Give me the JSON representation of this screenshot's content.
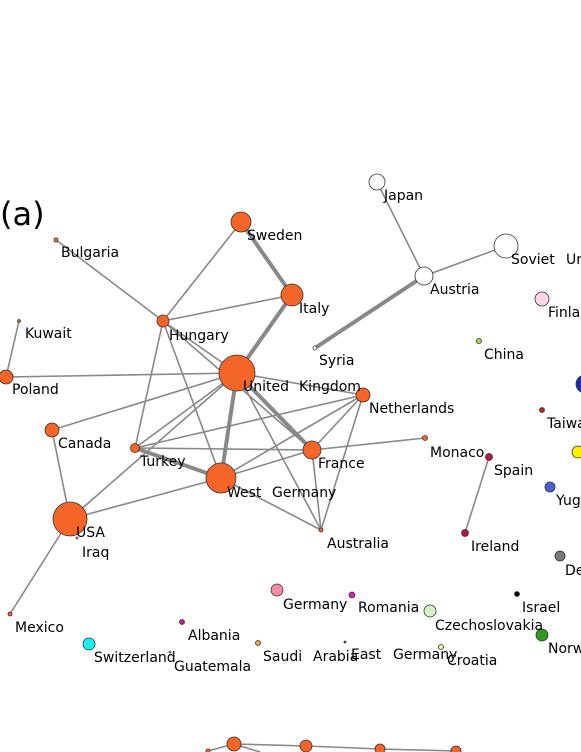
{
  "panel_label": "(a)",
  "colors": {
    "edge": "#888888",
    "outline": "#333333"
  },
  "nodes": [
    {
      "id": "japan",
      "label": "Japan",
      "color": "#ffffff"
    },
    {
      "id": "soviet",
      "label": "Soviet",
      "color": "#ffffff"
    },
    {
      "id": "soviet2",
      "label": "Ur",
      "color": "#ffffff"
    },
    {
      "id": "austria",
      "label": "Austria",
      "color": "#ffffff"
    },
    {
      "id": "syria",
      "label": "Syria",
      "color": "#ffffff"
    },
    {
      "id": "sweden",
      "label": "Sweden",
      "color": "#f66528"
    },
    {
      "id": "italy",
      "label": "Italy",
      "color": "#f66528"
    },
    {
      "id": "bulgaria",
      "label": "Bulgaria",
      "color": "#f66528"
    },
    {
      "id": "kuwait",
      "label": "Kuwait",
      "color": "#f66528"
    },
    {
      "id": "poland",
      "label": "Poland",
      "color": "#f66528"
    },
    {
      "id": "hungary",
      "label": "Hungary",
      "color": "#f66528"
    },
    {
      "id": "uk",
      "label": "United",
      "color": "#f66528"
    },
    {
      "id": "uk2",
      "label": "Kingdom",
      "color": "#f66528"
    },
    {
      "id": "netherlands",
      "label": "Netherlands",
      "color": "#f66528"
    },
    {
      "id": "canada",
      "label": "Canada",
      "color": "#f66528"
    },
    {
      "id": "turkey",
      "label": "Turkey",
      "color": "#f66528"
    },
    {
      "id": "france",
      "label": "France",
      "color": "#f66528"
    },
    {
      "id": "monaco",
      "label": "Monaco",
      "color": "#f66528"
    },
    {
      "id": "westgermany",
      "label": "West",
      "color": "#f66528"
    },
    {
      "id": "westgermany2",
      "label": "Germany",
      "color": "#f66528"
    },
    {
      "id": "usa",
      "label": "USA",
      "color": "#f66528"
    },
    {
      "id": "iraq",
      "label": "Iraq",
      "color": "#ffffff"
    },
    {
      "id": "australia",
      "label": "Australia",
      "color": "#f66528"
    },
    {
      "id": "mexico",
      "label": "Mexico",
      "color": "#f66528"
    },
    {
      "id": "finland",
      "label": "Finla",
      "color": "#ffd5e9"
    },
    {
      "id": "china",
      "label": "China",
      "color": "#9ee03c"
    },
    {
      "id": "taiwan",
      "label": "Taiwa",
      "color": "#c4211c"
    },
    {
      "id": "spain",
      "label": "Spain",
      "color": "#b2193f"
    },
    {
      "id": "ireland",
      "label": "Ireland",
      "color": "#b2193f"
    },
    {
      "id": "yugoslavia",
      "label": "Yug",
      "color": "#4d5cd1"
    },
    {
      "id": "denmark",
      "label": "De",
      "color": "#7a7a7a"
    },
    {
      "id": "israel",
      "label": "Israel",
      "color": "#000000"
    },
    {
      "id": "germany",
      "label": "Germany",
      "color": "#f78ca2"
    },
    {
      "id": "romania",
      "label": "Romania",
      "color": "#d81ec0"
    },
    {
      "id": "czech",
      "label": "Czechoslovakia",
      "color": "#d4f5c0"
    },
    {
      "id": "norway",
      "label": "Norw",
      "color": "#2f9a1f"
    },
    {
      "id": "albania",
      "label": "Albania",
      "color": "#c41a7f"
    },
    {
      "id": "switzerland",
      "label": "Switzerland",
      "color": "#16f0f0"
    },
    {
      "id": "guatemala",
      "label": "Guatemala",
      "color": "#ffffff"
    },
    {
      "id": "saudi",
      "label": "Saudi",
      "color": "#f3a33a"
    },
    {
      "id": "arabia",
      "label": "Arabia",
      "color": "#2a7a6a"
    },
    {
      "id": "eastgermany",
      "label": "East",
      "color": "#ffffff"
    },
    {
      "id": "eastgermany2",
      "label": "Germany",
      "color": "#ffffff"
    },
    {
      "id": "croatia",
      "label": "Croatia",
      "color": "#e7f5a0"
    },
    {
      "id": "edge_blue",
      "label": "",
      "color": "#1a2db0"
    },
    {
      "id": "edge_yellow",
      "label": "",
      "color": "#ffee00"
    }
  ]
}
